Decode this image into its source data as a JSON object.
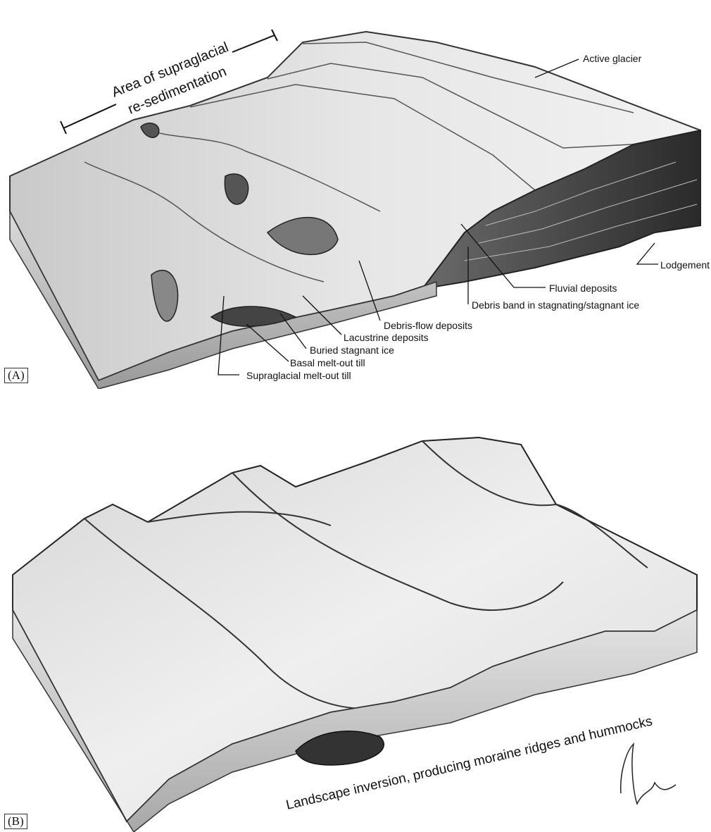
{
  "panel_a": {
    "tag": "(A)",
    "area_label_line1": "Area of supraglacial",
    "area_label_line2": "re-sedimentation",
    "labels": {
      "active_glacier": "Active glacier",
      "lodgement_till": "Lodgement till",
      "fluvial_deposits": "Fluvial deposits",
      "debris_band": "Debris band in stagnating/stagnant ice",
      "debris_flow": "Debris-flow deposits",
      "lacustrine": "Lacustrine deposits",
      "buried_ice": "Buried stagnant ice",
      "basal_till": "Basal melt-out till",
      "supraglacial_till": "Supraglacial melt-out till"
    }
  },
  "panel_b": {
    "tag": "(B)",
    "caption": "Landscape inversion, producing moraine ridges and hummocks"
  }
}
